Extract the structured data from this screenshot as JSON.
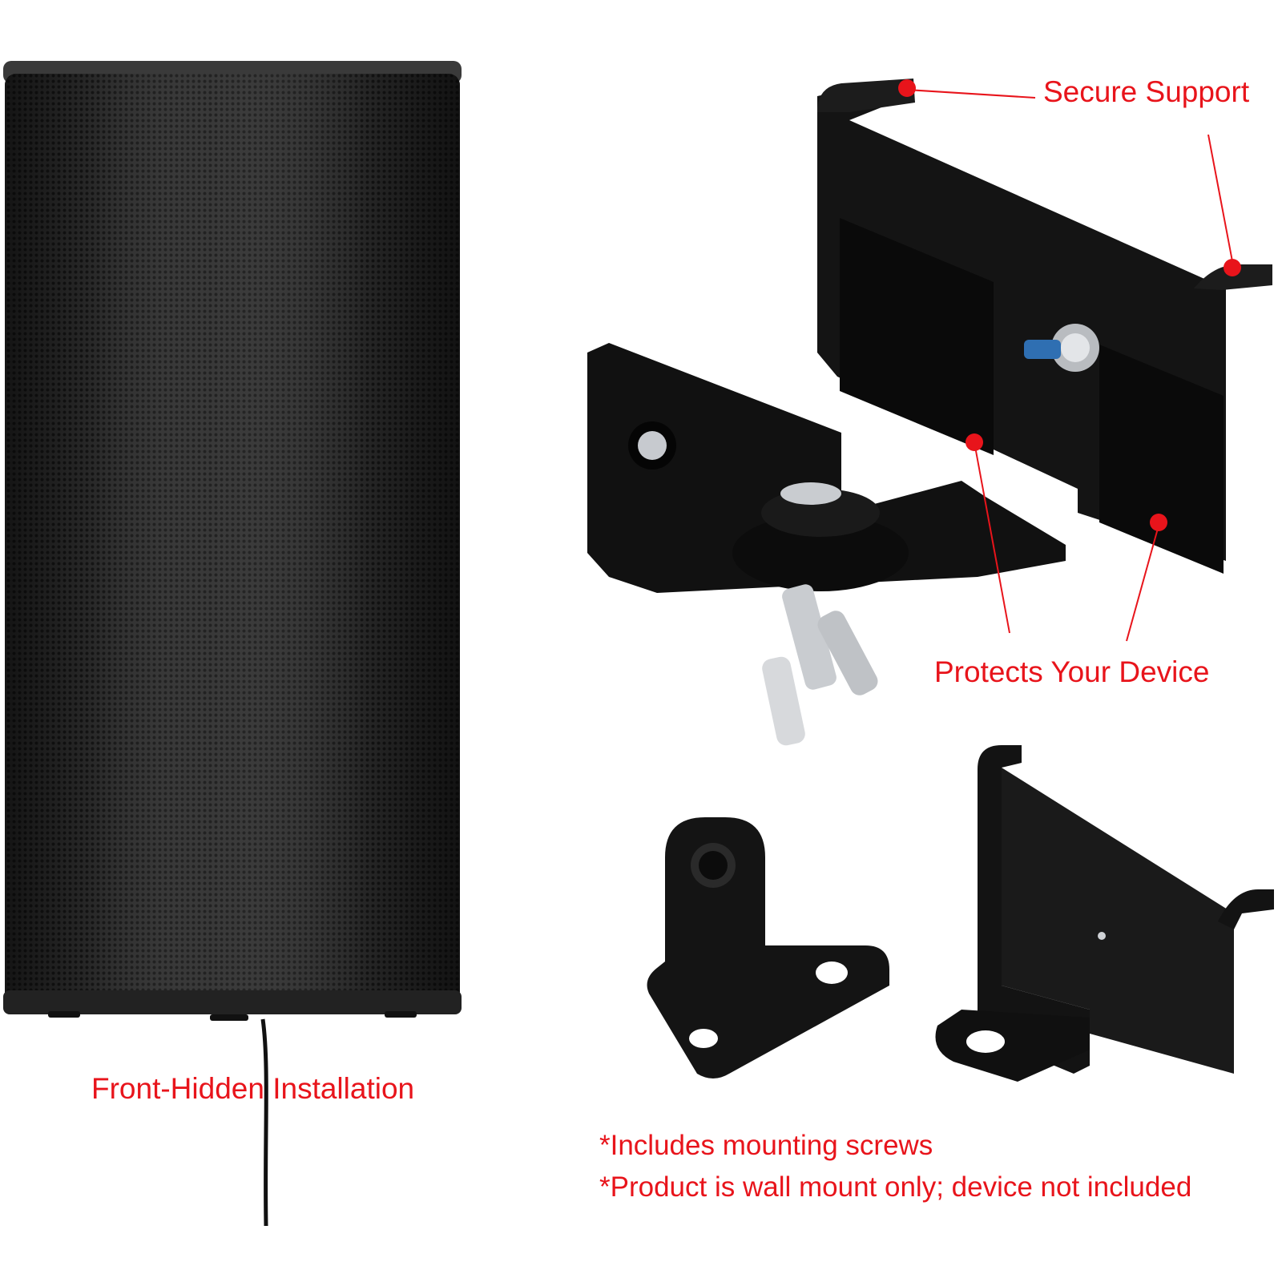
{
  "labels": {
    "front_hidden": "Front-Hidden Installation",
    "secure_support": "Secure Support",
    "protects_device": "Protects Your Device"
  },
  "notes": {
    "screws": "*Includes mounting screws",
    "mount_only": "*Product is wall mount only; device not included"
  },
  "colors": {
    "callout_red": "#e8141b",
    "metal_black": "#161616",
    "pad_black": "#0d0d0d",
    "speaker_grey": "#2a2a2a",
    "steel": "#c9ccd0"
  },
  "icons": {
    "speaker": "cylindrical-speaker",
    "assembled_mount": "wall-mount-bracket-assembled",
    "wall_plate": "l-shaped-wall-plate",
    "cradle": "speaker-cradle-bracket"
  }
}
